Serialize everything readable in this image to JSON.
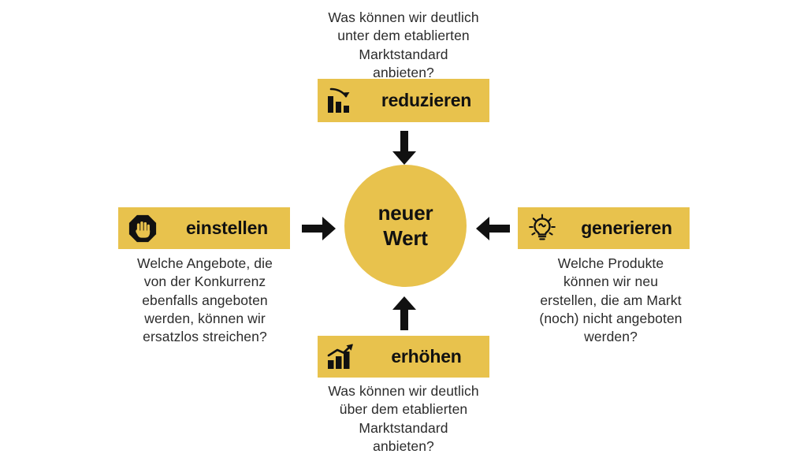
{
  "diagram": {
    "title_center": {
      "line1": "neuer",
      "line2": "Wert"
    },
    "accent_color": "#e8c24d",
    "arrow_color": "#111111",
    "text_color": "#2b2b2b",
    "background_color": "#ffffff",
    "quadrants": [
      {
        "id": "reduzieren",
        "position": "top",
        "label": "reduzieren",
        "icon": "bar-chart-down-icon",
        "caption": "Was können wir deutlich unter dem etablierten Marktstandard anbieten?",
        "caption_lines": [
          "Was können wir deutlich",
          "unter dem etablierten",
          "Marktstandard",
          "anbieten?"
        ],
        "arrow": "arrow-down-icon"
      },
      {
        "id": "einstellen",
        "position": "left",
        "label": "einstellen",
        "icon": "stop-hand-icon",
        "caption": "Welche Angebote, die von der Konkurrenz ebenfalls angeboten werden, können wir ersatzlos streichen?",
        "caption_lines": [
          "Welche Angebote, die",
          "von der Konkurrenz",
          "ebenfalls angeboten",
          "werden, können wir",
          "ersatzlos streichen?"
        ],
        "arrow": "arrow-right-icon"
      },
      {
        "id": "generieren",
        "position": "right",
        "label": "generieren",
        "icon": "lightbulb-icon",
        "caption": "Welche Produkte können wir neu erstellen, die am Markt (noch) nicht angeboten werden?",
        "caption_lines": [
          "Welche Produkte",
          "können wir neu",
          "erstellen, die am Markt",
          "(noch) nicht angeboten",
          "werden?"
        ],
        "arrow": "arrow-left-icon"
      },
      {
        "id": "erhoehen",
        "position": "bottom",
        "label": "erhöhen",
        "icon": "bar-chart-up-icon",
        "caption": "Was können wir deutlich über dem etablierten Marktstandard anbieten?",
        "caption_lines": [
          "Was können wir deutlich",
          "über dem etablierten",
          "Marktstandard",
          "anbieten?"
        ],
        "arrow": "arrow-up-icon"
      }
    ]
  }
}
